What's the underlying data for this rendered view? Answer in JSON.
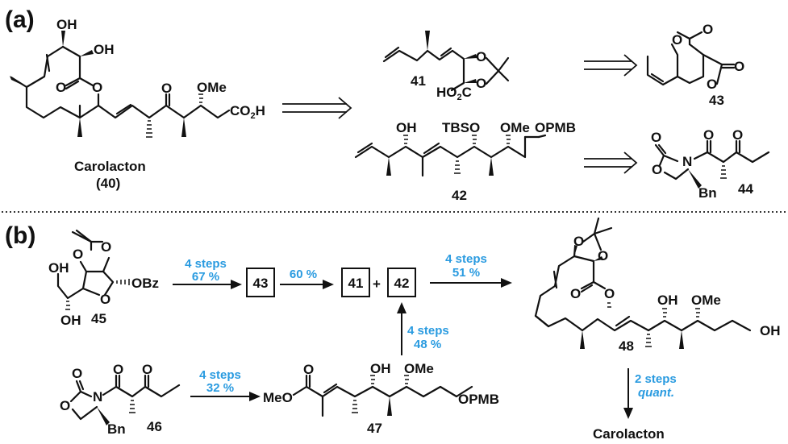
{
  "figure": {
    "panels": [
      {
        "id": "a",
        "label": "(a)"
      },
      {
        "id": "b",
        "label": "(b)"
      }
    ],
    "accent_color": "#2a9be0",
    "text_color": "#111111"
  },
  "atoms": {
    "OH": "OH",
    "OMe": "OMe",
    "O": "O",
    "N": "N",
    "CO2H": "CO",
    "CO2H_sub": "2",
    "CO2H_tail": "H",
    "HO2C_head": "HO",
    "HO2C_sub": "2",
    "HO2C_tail": "C",
    "TBSO": "TBSO",
    "OPMB": "OPMB",
    "Bn": "Bn",
    "OBz": "OBz",
    "MeO": "MeO"
  },
  "compounds": {
    "c40": {
      "name": "Carolacton",
      "number": "(40)"
    },
    "c41": {
      "number": "41"
    },
    "c42": {
      "number": "42"
    },
    "c43": {
      "number": "43"
    },
    "c44": {
      "number": "44"
    },
    "c45": {
      "number": "45"
    },
    "c46": {
      "number": "46"
    },
    "c47": {
      "number": "47"
    },
    "c48": {
      "number": "48"
    },
    "final": {
      "name": "Carolacton"
    }
  },
  "panel_b": {
    "boxes": [
      "43",
      "41",
      "42"
    ],
    "plus": "+",
    "steps": [
      {
        "from": "45",
        "to": "43",
        "line1": "4 steps",
        "line2": "67 %"
      },
      {
        "from": "43",
        "to": "41 + 42",
        "line1": "60 %",
        "line2": ""
      },
      {
        "from": "41 + 42",
        "to": "48",
        "line1": "4 steps",
        "line2": "51 %"
      },
      {
        "from": "46",
        "to": "47",
        "line1": "4 steps",
        "line2": "32 %"
      },
      {
        "from": "47",
        "to": "42",
        "line1": "4 steps",
        "line2": "48 %"
      },
      {
        "from": "48",
        "to": "Carolacton",
        "line1": "2 steps",
        "line2": "quant."
      }
    ]
  }
}
